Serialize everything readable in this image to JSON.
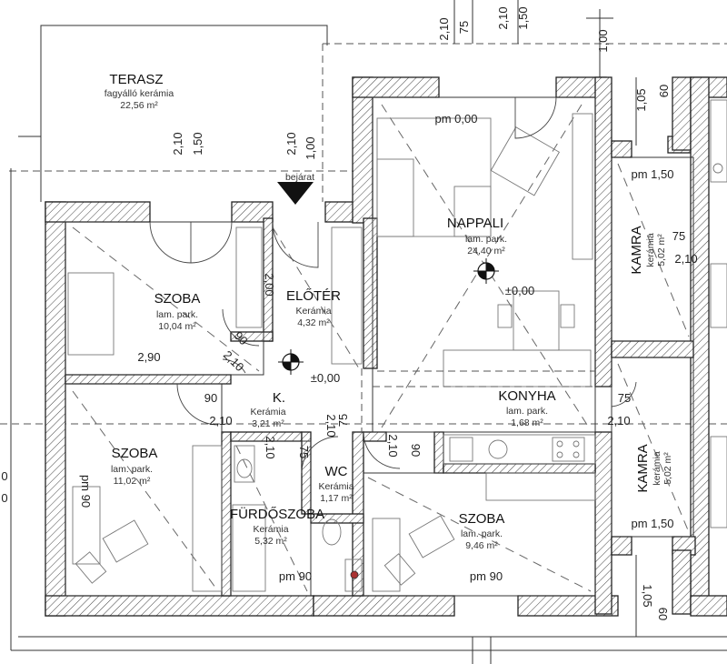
{
  "rooms": {
    "terasz": {
      "name": "TERASZ",
      "floor": "fagyálló kerámia",
      "area": "22,56 m²"
    },
    "szoba1": {
      "name": "SZOBA",
      "floor": "lam. park.",
      "area": "10,04 m²"
    },
    "eloter": {
      "name": "ELŐTÉR",
      "floor": "Kerámia",
      "area": "4,32 m²"
    },
    "nappali": {
      "name": "NAPPALI",
      "floor": "lam. park.",
      "area": "24,40 m²"
    },
    "kamra1": {
      "name": "KAMRA",
      "floor": "kerámia",
      "area": "5,02 m²"
    },
    "k": {
      "name": "K.",
      "floor": "Kerámia",
      "area": "3,21 m²"
    },
    "konyha": {
      "name": "KONYHA",
      "floor": "lam. park.",
      "area": "1,68 m²"
    },
    "szoba2": {
      "name": "SZOBA",
      "floor": "lam. park.",
      "area": "11,02 m²"
    },
    "wc": {
      "name": "WC",
      "floor": "Kerámia",
      "area": "1,17 m²"
    },
    "furdo": {
      "name": "FÜRDŐSZOBA",
      "floor": "Kerámia",
      "area": "5,32 m²"
    },
    "szoba3": {
      "name": "SZOBA",
      "floor": "lam. park.",
      "area": "9,46 m²"
    },
    "kamra2": {
      "name": "KAMRA",
      "floor": "kerámia",
      "area": "5,02 m²"
    }
  },
  "entrance_label": "bejárat",
  "levels": {
    "nappali_pm": "pm 0,00",
    "nappali_level": "±0,00",
    "eloter_level": "±0,00",
    "kamra1_pm": "pm 1,50",
    "kamra2_pm": "pm 1,50",
    "furdo_pm": "pm 90",
    "szoba3_pm": "pm 90",
    "szoba2_pm": "pm 90"
  },
  "dims": {
    "top_210": "2,10",
    "top_75": "75",
    "top_150": "1,50",
    "top_210b": "2,10",
    "top_100": "1,00",
    "top_60": "60",
    "top_105": "1,05",
    "ter_210": "2,10",
    "ter_150": "1,50",
    "ter_210b": "2,10",
    "ter_100": "1,00",
    "eloter_200": "2,00",
    "szoba_290": "2,90",
    "szoba_90": "90",
    "szoba_210": "2,10",
    "k_90": "90",
    "k_210": "2,10",
    "wc_210": "2,10",
    "wc_75": "75",
    "furdo_210": "2,10",
    "furdo_75": "75",
    "szoba3_210": "2,10",
    "szoba3_90": "90",
    "kamra1_75": "75",
    "kamra1_210": "2,10",
    "konyha_75": "75",
    "konyha_210": "2,10",
    "bottom_105": "1,05",
    "bottom_60": "60",
    "left_0a": "0",
    "left_0b": "0"
  }
}
